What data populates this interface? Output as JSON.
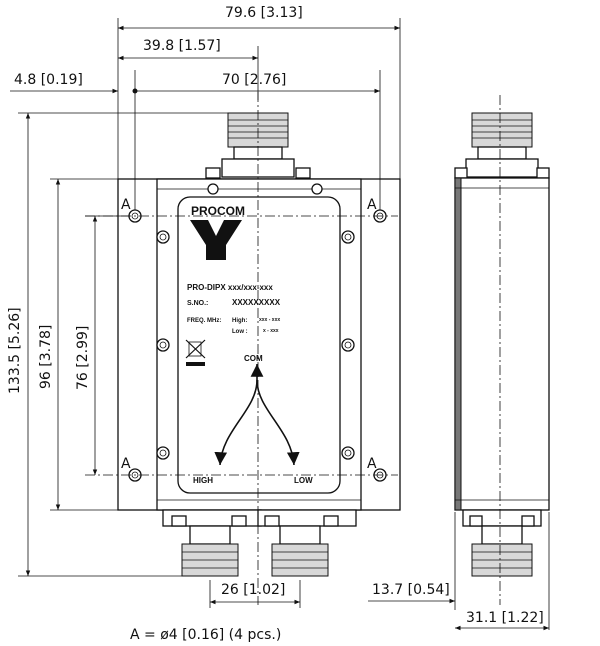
{
  "dimensions": {
    "overall_width": "79.6 [3.13]",
    "half_width": "39.8 [1.57]",
    "edge_offset": "4.8 [0.19]",
    "hole_spacing_x": "70 [2.76]",
    "overall_height": "133.5 [5.26]",
    "body_height": "96 [3.78]",
    "hole_spacing_y": "76 [2.99]",
    "connector_spacing": "26 [1.02]",
    "side_offset": "13.7 [0.54]",
    "side_depth": "31.1 [1.22]"
  },
  "hole_marker": "A",
  "hole_note": "A = ø4 [0.16] (4 pcs.)",
  "label": {
    "brand": "PROCOM",
    "model": "PRO-DIPX xxx/xxx-xxx",
    "serial_label": "S.NO.:",
    "serial_value": "XXXXXXXXX",
    "freq_label": "FREQ. MHz:",
    "high_label": "High:",
    "high_value": "xxx - xxx",
    "low_label": "Low :",
    "low_value": "x - xxx",
    "com": "COM",
    "high": "HIGH",
    "low": "LOW"
  }
}
